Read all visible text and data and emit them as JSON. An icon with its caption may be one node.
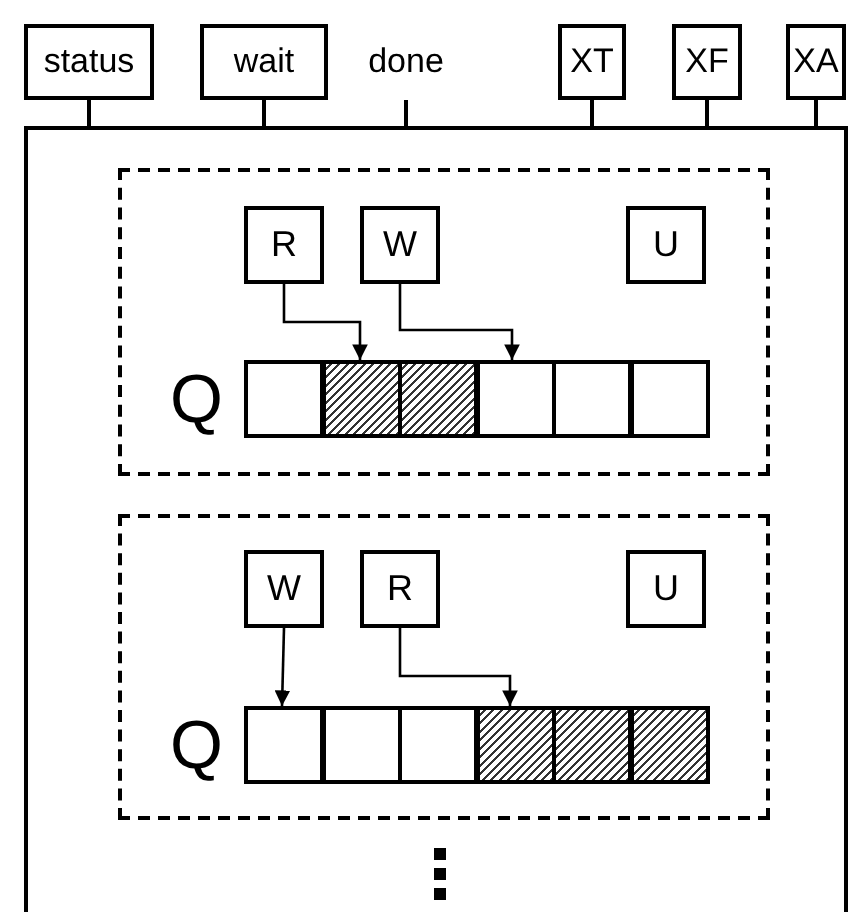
{
  "diagram": {
    "nodes": [
      {
        "text": [
          "status"
        ]
      },
      {
        "text": [
          "wait"
        ]
      },
      {
        "text": [
          "done"
        ]
      },
      {
        "text": [
          "XT"
        ]
      },
      {
        "text": [
          "XF"
        ]
      },
      {
        "text": [
          "XA"
        ]
      },
      {
        "text": [],
        "shape": "box"
      },
      {
        "text": [],
        "shape": "box",
        "in": 6
      },
      {
        "text": [
          "R"
        ],
        "in": 7
      },
      {
        "text": [
          "W"
        ],
        "in": 7
      },
      {
        "text": [
          "U"
        ],
        "in": 7
      },
      {
        "text": [],
        "shape": "box",
        "in": 7
      },
      {
        "text": [],
        "shape": "box",
        "in": 7
      },
      {
        "text": [],
        "shape": "box",
        "in": 7
      },
      {
        "text": [],
        "shape": "box",
        "in": 7
      },
      {
        "text": [],
        "shape": "box",
        "in": 7
      },
      {
        "text": [],
        "shape": "box",
        "in": 7
      },
      {
        "text": [],
        "shape": "box",
        "in": 6
      },
      {
        "text": [
          "W"
        ],
        "in": 17
      },
      {
        "text": [
          "R"
        ],
        "in": 17
      },
      {
        "text": [
          "U"
        ],
        "in": 17
      },
      {
        "text": [],
        "shape": "box",
        "in": 17
      },
      {
        "text": [],
        "shape": "box",
        "in": 17
      },
      {
        "text": [],
        "shape": "box",
        "in": 17
      },
      {
        "text": [],
        "shape": "box",
        "in": 17
      },
      {
        "text": [],
        "shape": "box",
        "in": 17
      },
      {
        "text": [],
        "shape": "box",
        "in": 17
      }
    ],
    "edges": [
      {
        "from": 0,
        "to": 6,
        "arrow": "none"
      },
      {
        "from": 1,
        "to": 6,
        "arrow": "none"
      },
      {
        "from": 2,
        "to": 6,
        "arrow": "none"
      },
      {
        "from": 3,
        "to": 6,
        "arrow": "none"
      },
      {
        "from": 4,
        "to": 6,
        "arrow": "none"
      },
      {
        "from": 5,
        "to": 6,
        "arrow": "none"
      },
      {
        "from": 8,
        "to": 12,
        "arrow": "to"
      },
      {
        "from": 9,
        "to": 14,
        "arrow": "to"
      },
      {
        "from": 18,
        "to": 21,
        "arrow": "to"
      },
      {
        "from": 19,
        "to": 24,
        "arrow": "to"
      }
    ],
    "labels": [
      "Q",
      "Q"
    ]
  }
}
